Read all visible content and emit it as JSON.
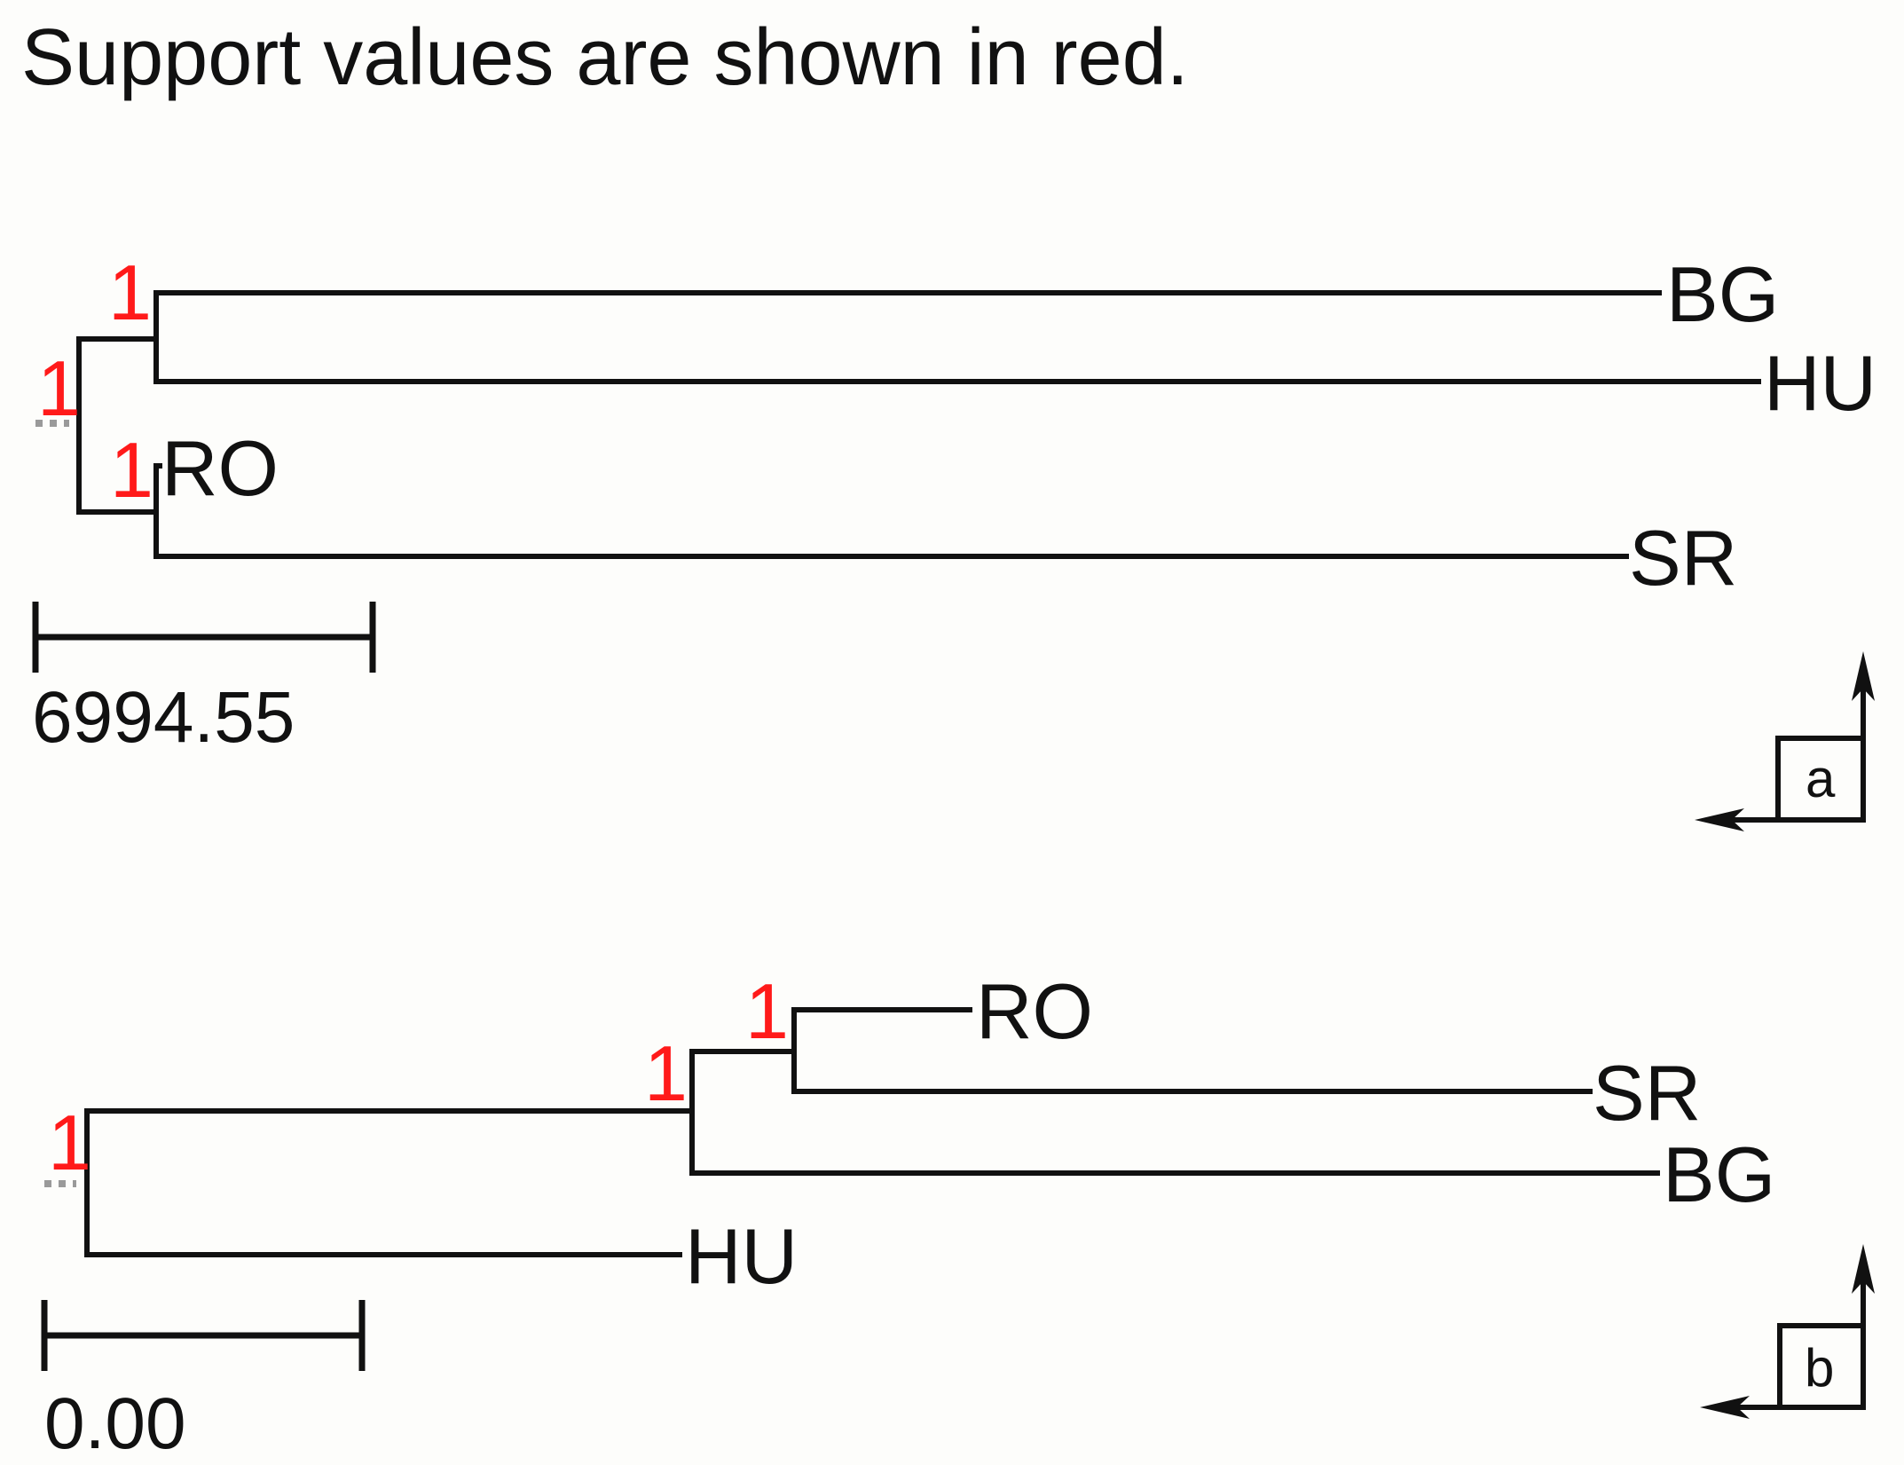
{
  "caption": "Support values are shown in red.",
  "panel_a": {
    "label": "a",
    "leaves": {
      "bg": "BG",
      "hu": "HU",
      "ro": "RO",
      "sr": "SR"
    },
    "support": {
      "root": "1",
      "bg_hu": "1",
      "ro_sr": "1"
    },
    "scale_label": "6994.55"
  },
  "panel_b": {
    "label": "b",
    "leaves": {
      "ro": "RO",
      "sr": "SR",
      "bg": "BG",
      "hu": "HU"
    },
    "support": {
      "root": "1",
      "inner": "1",
      "ro_sr": "1"
    },
    "scale_label": "0.00"
  },
  "colors": {
    "support": "#ff1a1a",
    "branch": "#111111",
    "root_marker": "#9a9a9a"
  }
}
